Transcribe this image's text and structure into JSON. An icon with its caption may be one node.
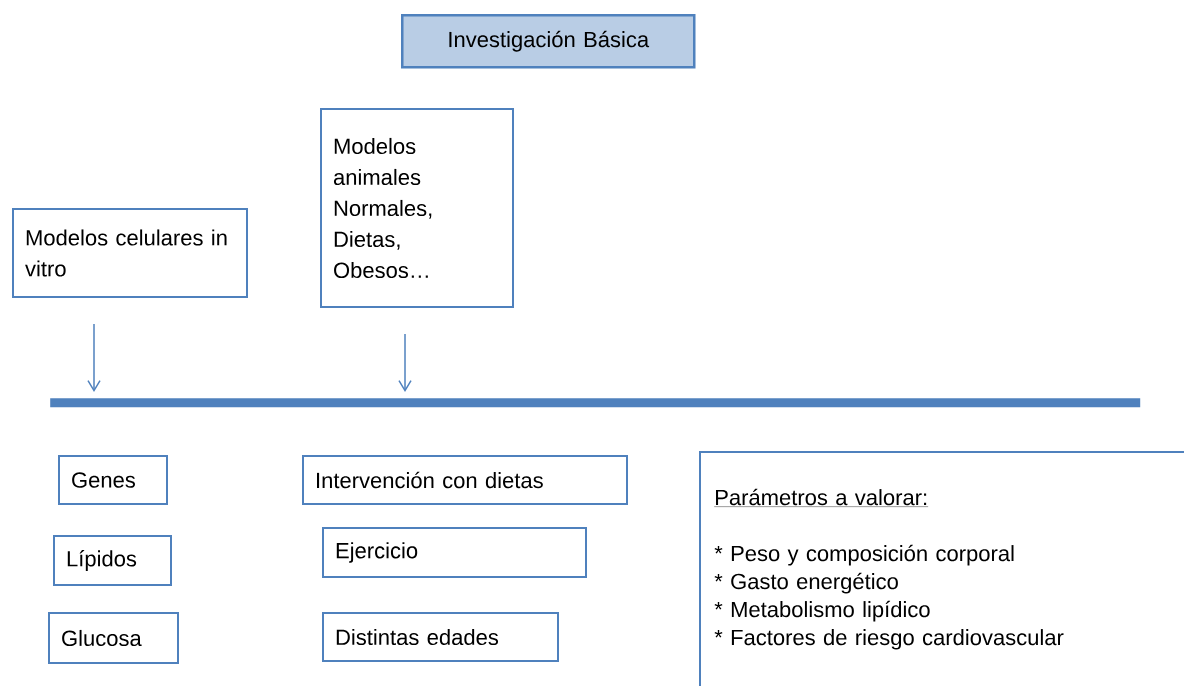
{
  "diagram": {
    "nodes": [
      {
        "text": [
          "Investigación Básica"
        ]
      },
      {
        "text": [
          "Modelos celulares in vitro"
        ]
      },
      {
        "text": [
          "Modelos animales Normales, Dietas, Obesos…"
        ]
      },
      {
        "text": [
          "Genes"
        ]
      },
      {
        "text": [
          "Lípidos"
        ]
      },
      {
        "text": [
          "Glucosa"
        ]
      },
      {
        "text": [
          "Intervención con dietas"
        ]
      },
      {
        "text": [
          "Ejercicio"
        ]
      },
      {
        "text": [
          "Distintas edades"
        ]
      },
      {
        "text": [
          "Parámetros a valorar:",
          "* Peso y composición corporal",
          "* Gasto energético",
          "* Metabolismo lipídico",
          "* Factores de riesgo cardiovascular"
        ]
      },
      {
        "text": [],
        "shape": "bar"
      }
    ],
    "edges": [
      {
        "from": 1,
        "to": 10,
        "arrow": "to"
      },
      {
        "from": 2,
        "to": 10,
        "arrow": "to"
      }
    ]
  }
}
